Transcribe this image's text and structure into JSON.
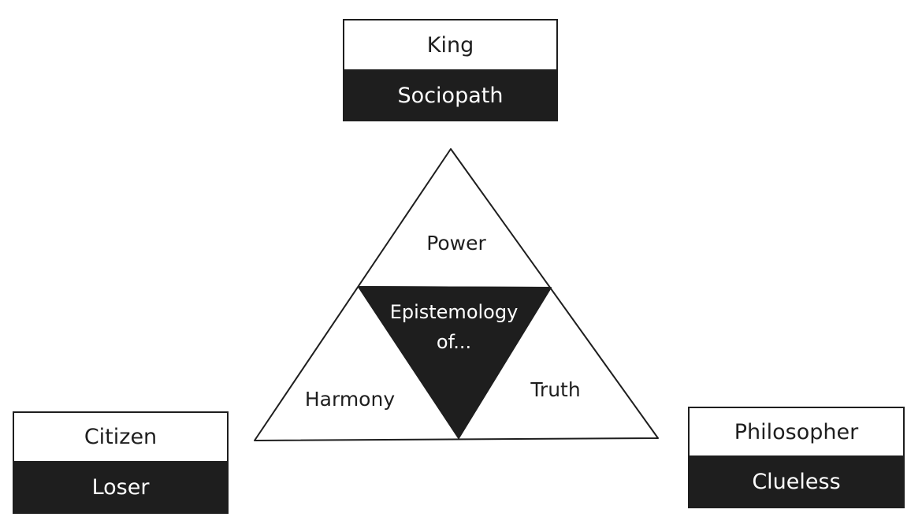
{
  "roles": {
    "king": {
      "top_label": "King",
      "bottom_label": "Sociopath"
    },
    "citizen": {
      "top_label": "Citizen",
      "bottom_label": "Loser"
    },
    "philosopher": {
      "top_label": "Philosopher",
      "bottom_label": "Clueless"
    }
  },
  "triangle": {
    "top_label": "Power",
    "left_label": "Harmony",
    "right_label": "Truth",
    "center_line1": "Epistemology",
    "center_line2": "of..."
  },
  "colors": {
    "ink": "#1e1e1e",
    "paper": "#ffffff"
  }
}
